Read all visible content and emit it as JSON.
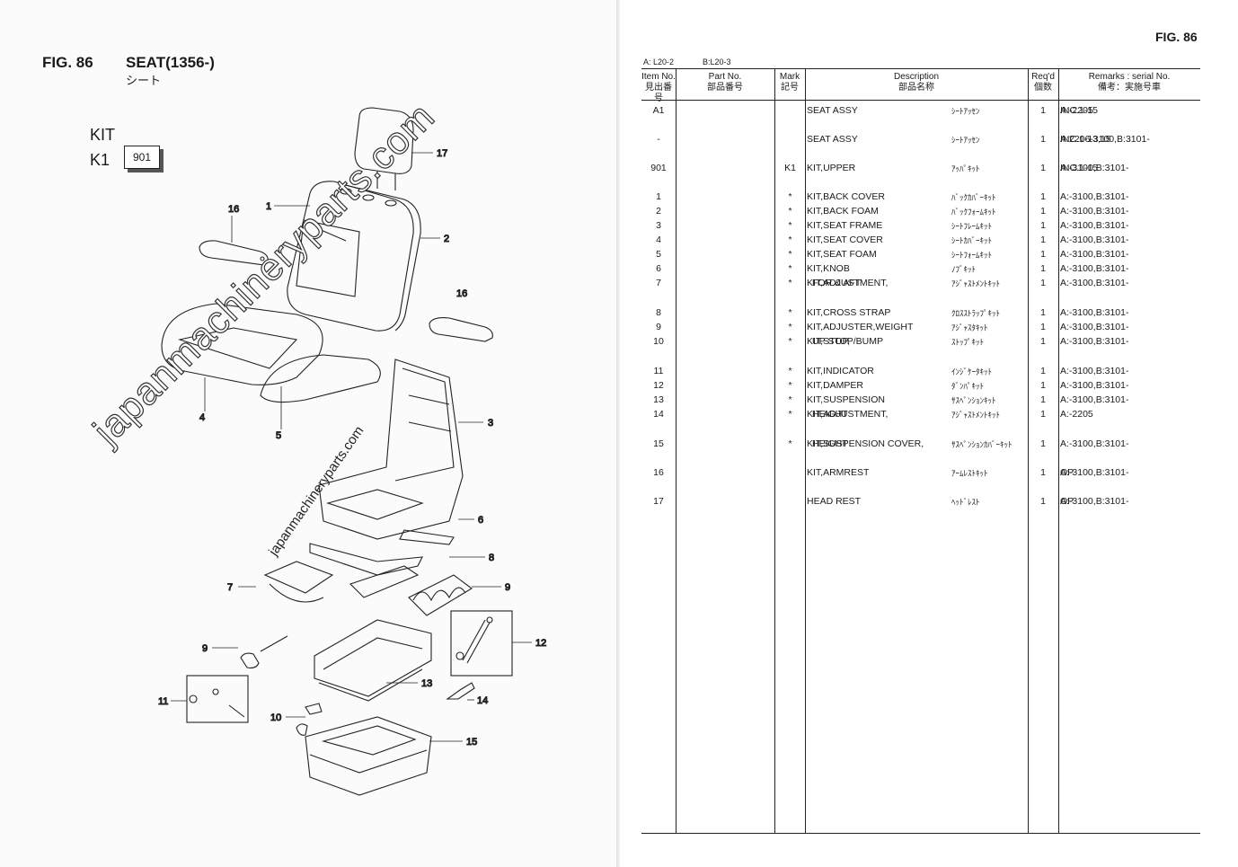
{
  "left_page": {
    "fig_label": "FIG. 86",
    "title": "SEAT(1356-)",
    "subtitle": "シート",
    "kit_label": "KIT",
    "kit_code": "K1",
    "kit_number": "901",
    "watermark": "japanmachineryparts.com",
    "watermark_small": "japanmachineryparts.com",
    "callouts": [
      "17",
      "1",
      "2",
      "16",
      "16",
      "4",
      "5",
      "3",
      "6",
      "8",
      "7",
      "9",
      "9",
      "12",
      "11",
      "13",
      "10",
      "14",
      "15"
    ]
  },
  "right_page": {
    "fig_label": "FIG. 86",
    "ref_a": "A: L20-2",
    "ref_b": "B:L20-3",
    "headers": {
      "item_no": "Item No.",
      "item_no_jp": "見出番号",
      "part_no": "Part No.",
      "part_no_jp": "部品番号",
      "mark": "Mark",
      "mark_jp": "記号",
      "description": "Description",
      "description_jp": "部品名称",
      "reqd": "Req'd",
      "reqd_jp": "個数",
      "remarks": "Remarks : serial No.",
      "remarks_jp": "備考：実施号車"
    },
    "rows": [
      {
        "item": "A1",
        "mark": "",
        "desc": "SEAT ASSY",
        "desc2": "",
        "kana": "ｼｰﾄｱｯｾﾝ",
        "qty": "1",
        "rem": "A:-2205",
        "rem2": "INC.1-15"
      },
      {
        "item": "-",
        "mark": "",
        "desc": "SEAT ASSY",
        "desc2": "",
        "kana": "ｼｰﾄｱｯｾﾝ",
        "qty": "1",
        "rem": "A:2206-3100,B:3101-",
        "rem2": "INC.1-13,15"
      },
      {
        "item": "901",
        "mark": "K1",
        "desc": "KIT,UPPER",
        "desc2": "",
        "kana": "ｱｯﾊﾟｷｯﾄ",
        "qty": "1",
        "rem": "A:-3100,B:3101-",
        "rem2": "INC.1-15"
      },
      {
        "item": "1",
        "mark": "*",
        "desc": "KIT,BACK COVER",
        "desc2": "",
        "kana": "ﾊﾞｯｸｶﾊﾞｰｷｯﾄ",
        "qty": "1",
        "rem": "A:-3100,B:3101-",
        "rem2": ""
      },
      {
        "item": "2",
        "mark": "*",
        "desc": "KIT,BACK FOAM",
        "desc2": "",
        "kana": "ﾊﾞｯｸﾌｫｰﾑｷｯﾄ",
        "qty": "1",
        "rem": "A:-3100,B:3101-",
        "rem2": ""
      },
      {
        "item": "3",
        "mark": "*",
        "desc": "KIT,SEAT FRAME",
        "desc2": "",
        "kana": "ｼｰﾄﾌﾚｰﾑｷｯﾄ",
        "qty": "1",
        "rem": "A:-3100,B:3101-",
        "rem2": ""
      },
      {
        "item": "4",
        "mark": "*",
        "desc": "KIT,SEAT COVER",
        "desc2": "",
        "kana": "ｼｰﾄｶﾊﾞｰｷｯﾄ",
        "qty": "1",
        "rem": "A:-3100,B:3101-",
        "rem2": ""
      },
      {
        "item": "5",
        "mark": "*",
        "desc": "KIT,SEAT FOAM",
        "desc2": "",
        "kana": "ｼｰﾄﾌｫｰﾑｷｯﾄ",
        "qty": "1",
        "rem": "A:-3100,B:3101-",
        "rem2": ""
      },
      {
        "item": "6",
        "mark": "*",
        "desc": "KIT,KNOB",
        "desc2": "",
        "kana": "ﾉﾌﾞｷｯﾄ",
        "qty": "1",
        "rem": "A:-3100,B:3101-",
        "rem2": ""
      },
      {
        "item": "7",
        "mark": "*",
        "desc": "KIT,ADJUSTMENT,",
        "desc2": "FOR & AFT",
        "kana": "ｱｼﾞｬｽﾄﾒﾝﾄｷｯﾄ",
        "qty": "1",
        "rem": "A:-3100,B:3101-",
        "rem2": ""
      },
      {
        "item": "8",
        "mark": "*",
        "desc": "KIT,CROSS STRAP",
        "desc2": "",
        "kana": "ｸﾛｽｽﾄﾗｯﾌﾟｷｯﾄ",
        "qty": "1",
        "rem": "A:-3100,B:3101-",
        "rem2": ""
      },
      {
        "item": "9",
        "mark": "*",
        "desc": "KIT,ADJUSTER,WEIGHT",
        "desc2": "",
        "kana": "ｱｼﾞｬｽﾀｷｯﾄ",
        "qty": "1",
        "rem": "A:-3100,B:3101-",
        "rem2": ""
      },
      {
        "item": "10",
        "mark": "*",
        "desc": "KIT,STOP,",
        "desc2": "UP STOP/BUMP",
        "kana": "ｽﾄｯﾌﾟｷｯﾄ",
        "qty": "1",
        "rem": "A:-3100,B:3101-",
        "rem2": ""
      },
      {
        "item": "11",
        "mark": "*",
        "desc": "KIT,INDICATOR",
        "desc2": "",
        "kana": "ｲﾝｼﾞｹｰﾀｷｯﾄ",
        "qty": "1",
        "rem": "A:-3100,B:3101-",
        "rem2": ""
      },
      {
        "item": "12",
        "mark": "*",
        "desc": "KIT,DAMPER",
        "desc2": "",
        "kana": "ﾀﾞﾝﾊﾟｷｯﾄ",
        "qty": "1",
        "rem": "A:-3100,B:3101-",
        "rem2": ""
      },
      {
        "item": "13",
        "mark": "*",
        "desc": "KIT,SUSPENSION",
        "desc2": "",
        "kana": "ｻｽﾍﾟﾝｼｮﾝｷｯﾄ",
        "qty": "1",
        "rem": "A:-3100,B:3101-",
        "rem2": ""
      },
      {
        "item": "14",
        "mark": "*",
        "desc": "KIT,ADJUSTMENT,",
        "desc2": "HEIGHT",
        "kana": "ｱｼﾞｬｽﾄﾒﾝﾄｷｯﾄ",
        "qty": "1",
        "rem": "A:-2205",
        "rem2": ""
      },
      {
        "item": "15",
        "mark": "*",
        "desc": "KIT,SUSPENSION COVER,",
        "desc2": "HEIGHT",
        "kana": "ｻｽﾍﾟﾝｼｮﾝｶﾊﾞｰｷｯﾄ",
        "qty": "1",
        "rem": "A:-3100,B:3101-",
        "rem2": ""
      },
      {
        "item": "16",
        "mark": "",
        "desc": "KIT,ARMREST",
        "desc2": "",
        "kana": "ｱｰﾑﾚｽﾄｷｯﾄ",
        "qty": "1",
        "rem": "A:-3100,B:3101-",
        "rem2": "OP"
      },
      {
        "item": "17",
        "mark": "",
        "desc": "HEAD REST",
        "desc2": "",
        "kana": "ﾍｯﾄﾞﾚｽﾄ",
        "qty": "1",
        "rem": "A:-3100,B:3101-",
        "rem2": "OP"
      }
    ]
  }
}
